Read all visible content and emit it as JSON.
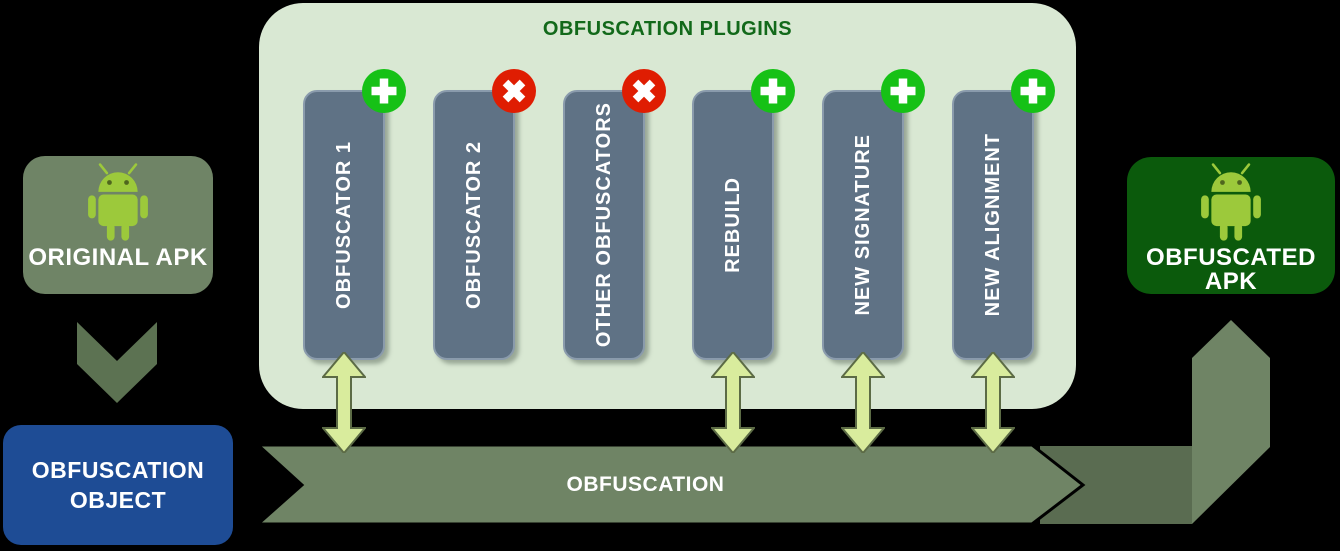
{
  "original_apk": {
    "label": "ORIGINAL APK",
    "icon": "android-robot-icon"
  },
  "obfuscation_object": {
    "line1": "OBFUSCATION",
    "line2": "OBJECT"
  },
  "plugins_panel": {
    "title": "OBFUSCATION PLUGINS",
    "plugins": [
      {
        "label": "OBFUSCATOR 1",
        "status": "enabled",
        "connected_to_pipeline": true
      },
      {
        "label": "OBFUSCATOR 2",
        "status": "disabled",
        "connected_to_pipeline": false
      },
      {
        "label": "OTHER OBFUSCATORS",
        "status": "disabled",
        "connected_to_pipeline": false
      },
      {
        "label": "REBUILD",
        "status": "enabled",
        "connected_to_pipeline": true
      },
      {
        "label": "NEW SIGNATURE",
        "status": "enabled",
        "connected_to_pipeline": true
      },
      {
        "label": "NEW ALIGNMENT",
        "status": "enabled",
        "connected_to_pipeline": true
      }
    ]
  },
  "pipeline": {
    "label": "OBFUSCATION"
  },
  "obfuscated_apk": {
    "label": "OBFUSCATED APK",
    "icon": "android-robot-icon"
  },
  "colors": {
    "background": "#000000",
    "panel_bg": "#D9E8D3",
    "panel_title": "#12691A",
    "plugin_pill": "#5F7285",
    "enabled_badge_green": "#16C116",
    "disabled_badge_red": "#DF1D02",
    "original_apk_bg": "#6F8466",
    "obfuscated_apk_bg": "#0B5A0C",
    "obfuscation_object_bg": "#1E4C95",
    "pipeline_band": "#6F8465",
    "pipeline_elbow": "#5A6C51",
    "chevron": "#5C7252",
    "connector_fill": "#D9EC9D",
    "android_green": "#9CC93B"
  }
}
